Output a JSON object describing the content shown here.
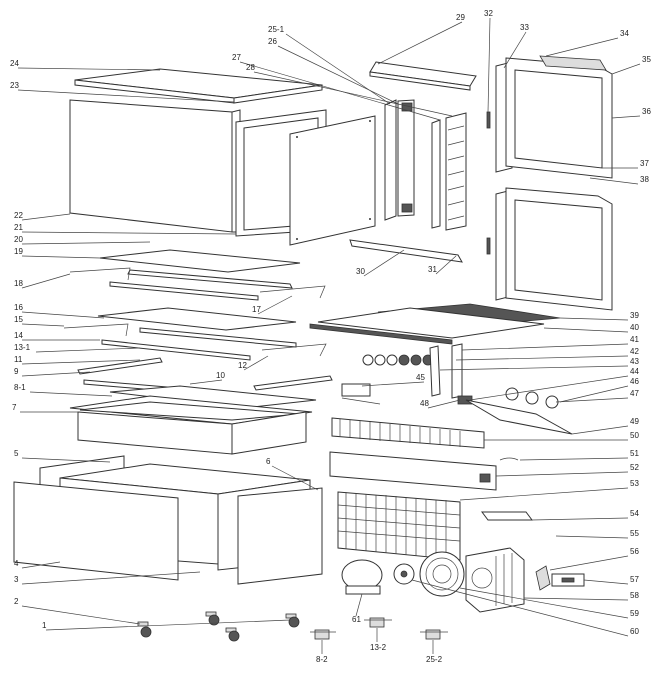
{
  "labels": [
    "1",
    "2",
    "3",
    "4",
    "5",
    "6",
    "7",
    "8-1",
    "9",
    "10",
    "11",
    "12",
    "13-1",
    "14",
    "15",
    "16",
    "17",
    "18",
    "19",
    "20",
    "21",
    "22",
    "23",
    "24",
    "25-1",
    "26",
    "27",
    "28",
    "29",
    "30",
    "31",
    "32",
    "33",
    "34",
    "35",
    "36",
    "37",
    "38",
    "39",
    "40",
    "41",
    "42",
    "43",
    "44",
    "45",
    "46",
    "47",
    "48",
    "49",
    "50",
    "51",
    "52",
    "53",
    "54",
    "55",
    "56",
    "57",
    "58",
    "59",
    "60",
    "61",
    "8-2",
    "13-2",
    "25-2"
  ]
}
